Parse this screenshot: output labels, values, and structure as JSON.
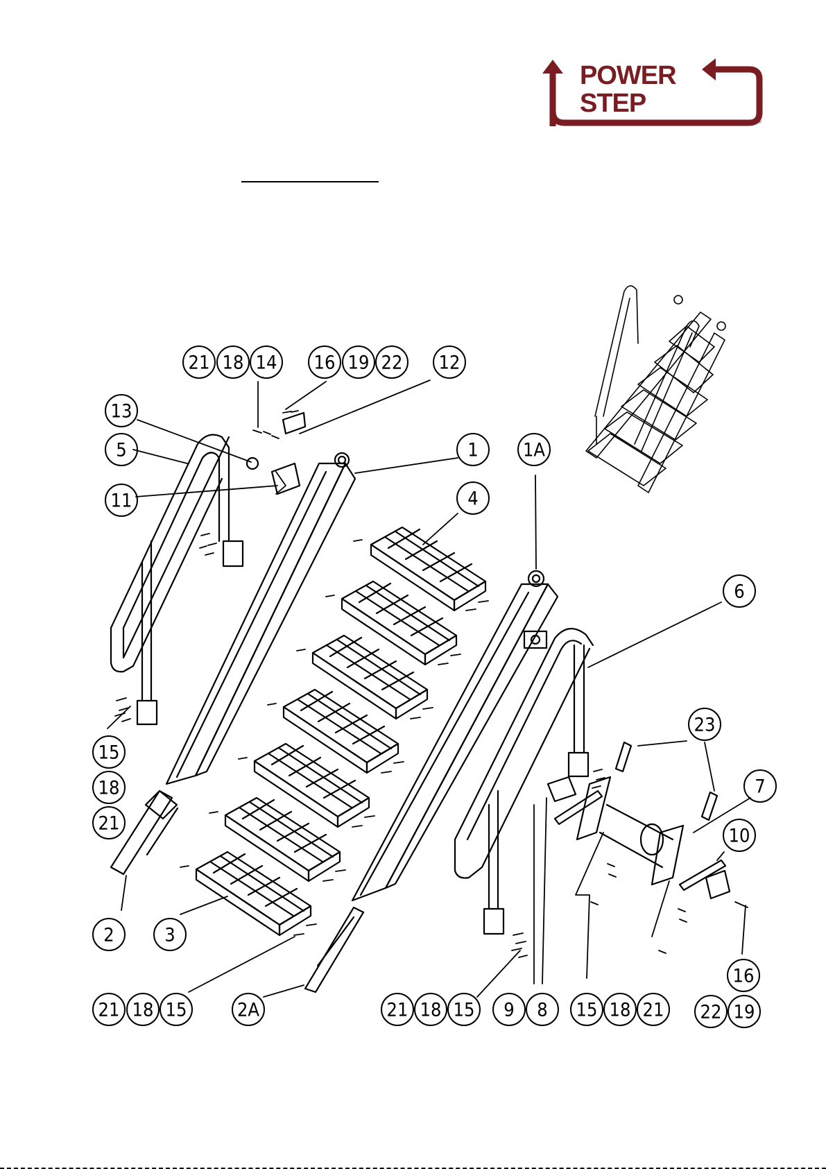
{
  "logo": {
    "line1": "POWER",
    "line2": "STEP",
    "registered": "®",
    "color": "#7a1d22"
  },
  "callouts": {
    "c_21a": "21",
    "c_18a": "18",
    "c_14": "14",
    "c_16a": "16",
    "c_19a": "19",
    "c_22a": "22",
    "c_12": "12",
    "c_13": "13",
    "c_5": "5",
    "c_11": "11",
    "c_1": "1",
    "c_1A": "1A",
    "c_4": "4",
    "c_6": "6",
    "c_23": "23",
    "c_7": "7",
    "c_10": "10",
    "c_15a": "15",
    "c_18b": "18",
    "c_21b": "21",
    "c_2": "2",
    "c_3": "3",
    "c_21c": "21",
    "c_18c": "18",
    "c_15b": "15",
    "c_2A": "2A",
    "c_21d": "21",
    "c_18d": "18",
    "c_15c": "15",
    "c_9": "9",
    "c_8": "8",
    "c_15d": "15",
    "c_18e": "18",
    "c_21e": "21",
    "c_16b": "16",
    "c_22b": "22",
    "c_19b": "19"
  }
}
